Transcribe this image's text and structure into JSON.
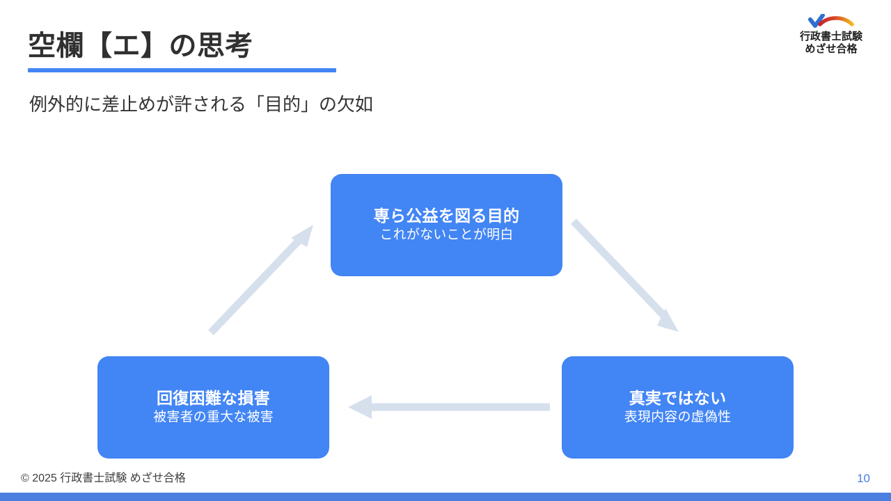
{
  "slide": {
    "title": "空欄【エ】の思考",
    "subtitle": "例外的に差止めが許される「目的」の欠如",
    "accent_color": "#4285F4",
    "title_color": "#303030",
    "background_color": "#ffffff"
  },
  "logo": {
    "line1": "行政書士試験",
    "line2": "めざせ合格",
    "check_color": "#2f6fd0",
    "arc_start_color": "#c5262b",
    "arc_end_color": "#f3b91e"
  },
  "diagram": {
    "type": "cycle",
    "node_color": "#4285F4",
    "arrow_color": "#d6e0ec",
    "nodes": [
      {
        "id": "purpose",
        "title": "専ら公益を図る目的",
        "subtitle": "これがないことが明白"
      },
      {
        "id": "falsity",
        "title": "真実ではない",
        "subtitle": "表現内容の虚偽性"
      },
      {
        "id": "damage",
        "title": "回復困難な損害",
        "subtitle": "被害者の重大な被害"
      }
    ],
    "arrows": [
      {
        "id": "arrow-top-to-right",
        "from": "purpose",
        "to": "falsity",
        "direction": "down-right"
      },
      {
        "id": "arrow-right-to-left",
        "from": "falsity",
        "to": "damage",
        "direction": "left"
      },
      {
        "id": "arrow-left-to-top",
        "from": "damage",
        "to": "purpose",
        "direction": "up-right"
      }
    ]
  },
  "footer": {
    "copyright": "© 2025 行政書士試験 めざせ合格",
    "page_number": "10",
    "bar_color": "#4a7fe0",
    "page_number_color": "#4d7fdd"
  }
}
